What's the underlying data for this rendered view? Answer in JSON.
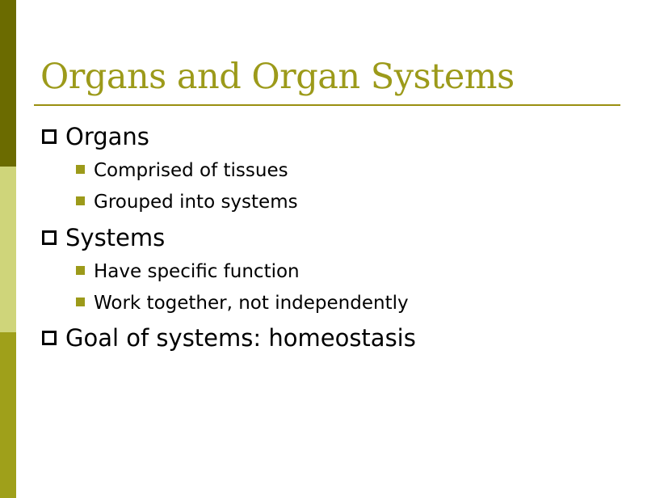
{
  "colors": {
    "accent": "#9C9A1A",
    "bar_dark": "#6B6B00",
    "bar_light": "#CFD57A",
    "bar_mid": "#9FA01A",
    "rule": "#9A8F10",
    "text": "#000000"
  },
  "slide": {
    "title": "Organs and Organ Systems",
    "items": [
      {
        "text": "Organs",
        "subitems": [
          "Comprised of tissues",
          "Grouped into systems"
        ]
      },
      {
        "text": "Systems",
        "subitems": [
          "Have specific function",
          "Work together, not independently"
        ]
      },
      {
        "text": "Goal of systems: homeostasis",
        "subitems": []
      }
    ]
  },
  "icons": {
    "level1_marker": "hollow-square-icon",
    "level2_marker": "filled-square-icon"
  }
}
